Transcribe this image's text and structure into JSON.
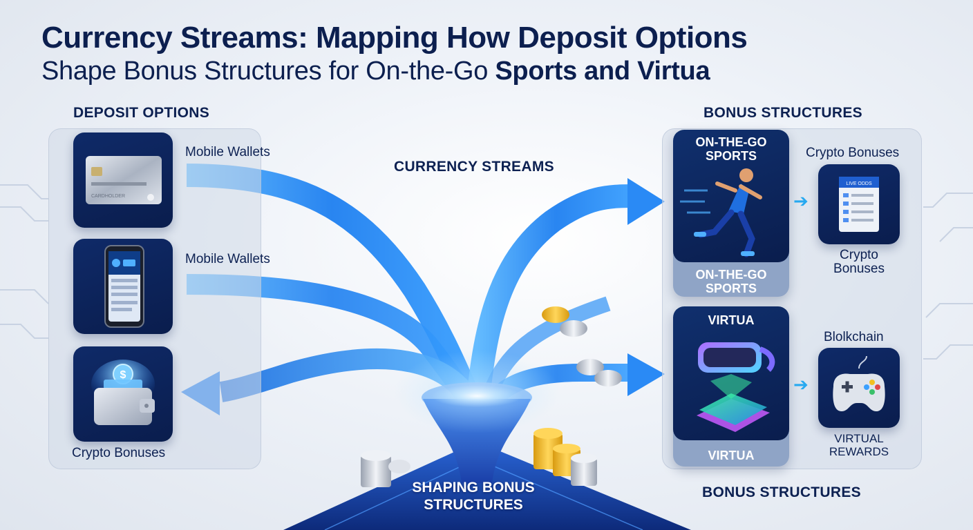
{
  "title": {
    "line1": "Currency Streams: Mapping How Deposit Options",
    "line2_regular": "Shape Bonus Structures for On-the-Go ",
    "line2_bold": "Sports and Virtua"
  },
  "left": {
    "heading": "DEPOSIT OPTIONS",
    "items": [
      {
        "label": "Mobile Wallets",
        "icon": "credit-card-icon"
      },
      {
        "label": "Mobile Wallets",
        "icon": "smartphone-icon"
      },
      {
        "label": "Crypto Bonuses",
        "icon": "wallet-icon"
      }
    ],
    "card_text": "CARDHOLDER"
  },
  "center": {
    "streams_label": "CURRENCY STREAMS",
    "funnel_label": "SHAPING BONUS STRUCTURES"
  },
  "right": {
    "heading": "BONUS STRUCTURES",
    "footer": "BONUS STRUCTURES",
    "sports_card": {
      "title": "ON-THE-GO SPORTS",
      "footer": "ON-THE-GO SPORTS"
    },
    "virtua_card": {
      "title": "VIRTUA",
      "footer": "VIRTUA"
    },
    "crypto": {
      "top_label": "Crypto Bonuses",
      "bottom_label": "Crypto Bonuses",
      "badge": "LIVE ODDS"
    },
    "blockchain": {
      "top_label": "Blolkchain",
      "bottom_label": "VIRTUAL REWARDS"
    }
  },
  "colors": {
    "navy": "#0c1f4f",
    "stream_blue": "#1e88f0",
    "stream_light": "#6fc4ff",
    "coin_gold": "#f2b820",
    "coin_silver": "#c9ced8"
  }
}
